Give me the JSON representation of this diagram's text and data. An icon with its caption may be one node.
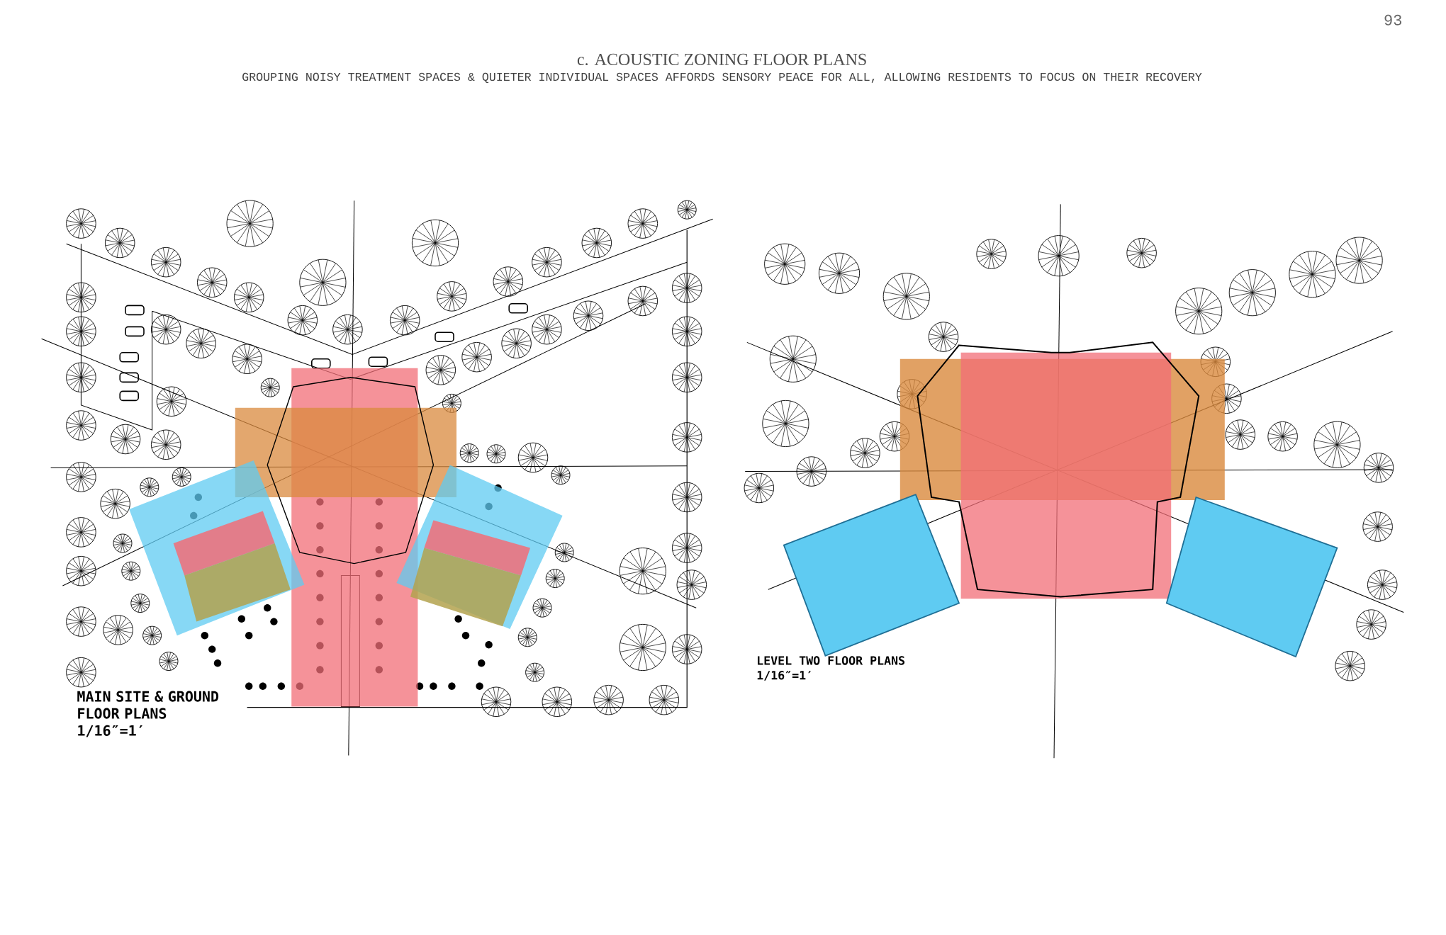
{
  "diagram": {
    "title": "c. ACOUSTIC ZONING FLOOR PLANS",
    "caption": "GROUPING NOISY TREATMENT SPACES & QUIETER INDIVIDUAL SPACES AFFORDS SENSORY PEACE FOR ALL, ALLOWING RESIDENTS TO FOCUS ON THEIR RECOVERY",
    "labels": [
      "93",
      "MAIN SITE & GROUND FLOOR PLANS",
      "1/16″=1′",
      "LEVEL TWO FLOOR PLANS",
      "1/16″=1′"
    ]
  }
}
